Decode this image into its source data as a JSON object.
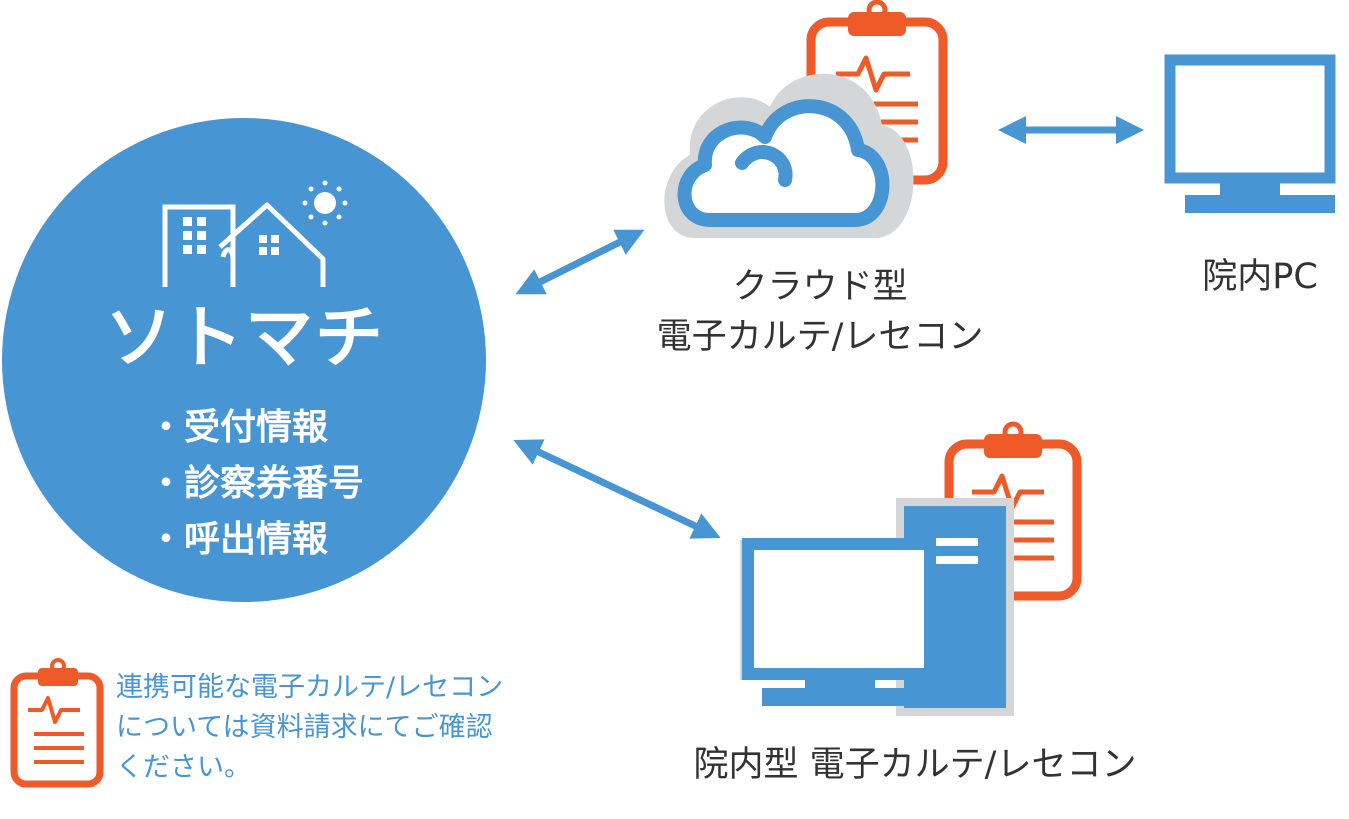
{
  "colors": {
    "accent_blue": "#4796d3",
    "accent_orange": "#ee5a28",
    "cloud_gray": "#d5d6d8",
    "text_dark": "#333333"
  },
  "brand": {
    "name": "ソトマチ",
    "info_items": [
      "・受付情報",
      "・診察券番号",
      "・呼出情報"
    ]
  },
  "cloud_system": {
    "label_line1": "クラウド型",
    "label_line2": "電子カルテ/レセコン"
  },
  "hospital_pc": {
    "label": "院内PC"
  },
  "onprem_system": {
    "label": "院内型 電子カルテ/レセコン"
  },
  "note": {
    "line1": "連携可能な電子カルテ/レセコン",
    "line2": "については資料請求にてご確認",
    "line3": "ください。"
  },
  "icons": [
    "building-icon",
    "house-icon",
    "sun-icon",
    "cloud-icon",
    "medical-chart-icon",
    "monitor-icon",
    "desktop-tower-icon",
    "double-arrow-icon"
  ]
}
